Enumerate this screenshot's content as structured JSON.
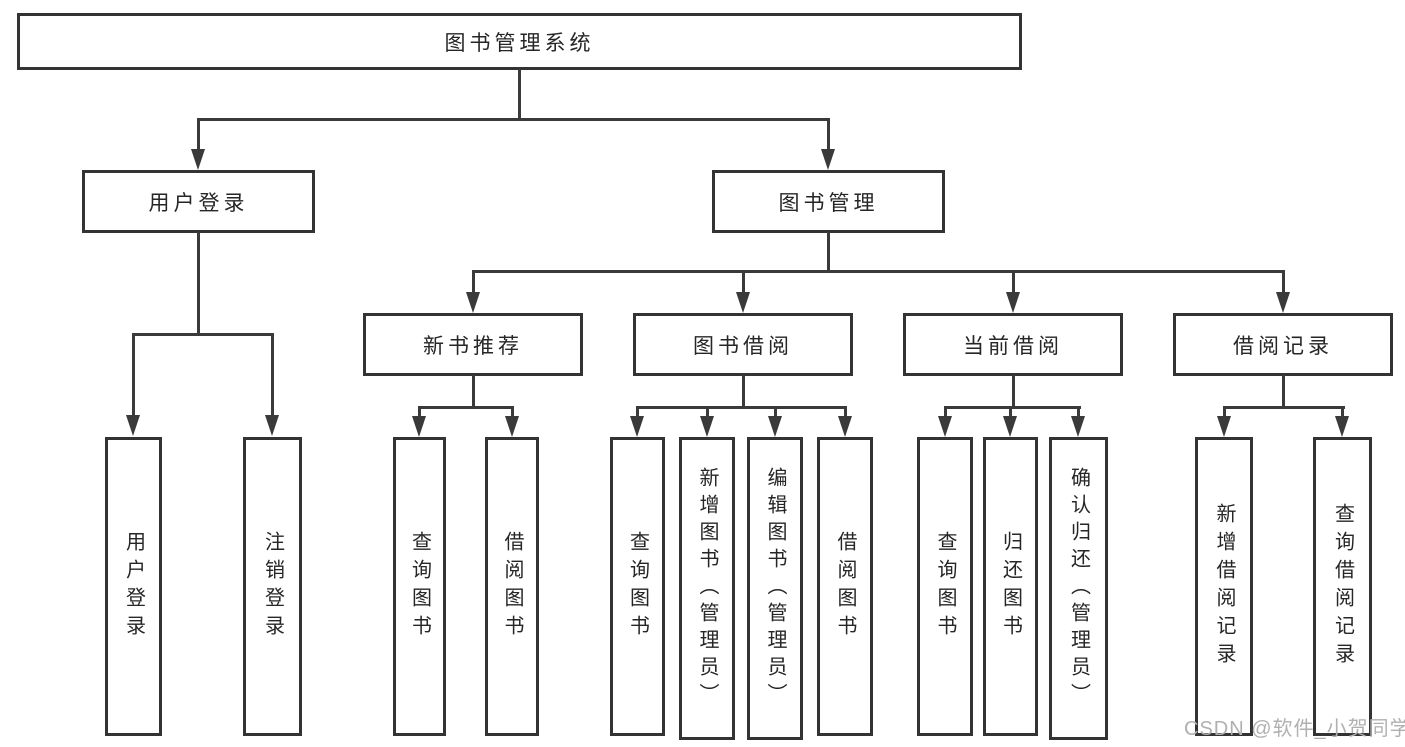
{
  "tree": {
    "root": {
      "label": "图书管理系统"
    },
    "user_login": {
      "label": "用户登录",
      "children": [
        {
          "label": "用户登录"
        },
        {
          "label": "注销登录"
        }
      ]
    },
    "book_mgmt": {
      "label": "图书管理",
      "children": {
        "new_book": {
          "label": "新书推荐",
          "children": [
            {
              "label": "查询图书"
            },
            {
              "label": "借阅图书"
            }
          ]
        },
        "book_borrow": {
          "label": "图书借阅",
          "children": [
            {
              "label": "查询图书"
            },
            {
              "label": "新增图书（管理员）"
            },
            {
              "label": "编辑图书（管理员）"
            },
            {
              "label": "借阅图书"
            }
          ]
        },
        "current_borrow": {
          "label": "当前借阅",
          "children": [
            {
              "label": "查询图书"
            },
            {
              "label": "归还图书"
            },
            {
              "label": "确认归还（管理员）"
            }
          ]
        },
        "borrow_record": {
          "label": "借阅记录",
          "children": [
            {
              "label": "新增借阅记录"
            },
            {
              "label": "查询借阅记录"
            }
          ]
        }
      }
    }
  },
  "watermark": {
    "text": "CSDN @软件_小贺同学"
  },
  "colors": {
    "line": "#3a3a3a",
    "border": "#333333",
    "text": "#262626",
    "watermark": "#b0b0b0",
    "background": "#ffffff"
  }
}
